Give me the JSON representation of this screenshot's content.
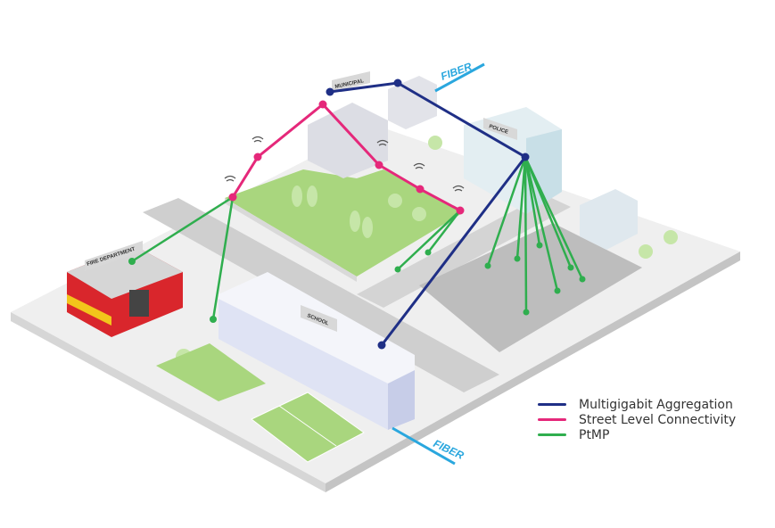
{
  "labels": {
    "fire_department": "FIRE DEPARTMENT",
    "municipal": "MUNICIPAL",
    "police": "POLICE",
    "school": "SCHOOL",
    "fiber_top": "FIBER",
    "fiber_bottom": "FIBER"
  },
  "legend": [
    {
      "label": "Multigigabit Aggregation",
      "color": "#1f2f86"
    },
    {
      "label": "Street Level Connectivity",
      "color": "#e5287a"
    },
    {
      "label": "PtMP",
      "color": "#2fae4e"
    }
  ],
  "colors": {
    "fiber": "#2aa7de",
    "park": "#a9d67e",
    "ground": "#eeeeee"
  }
}
